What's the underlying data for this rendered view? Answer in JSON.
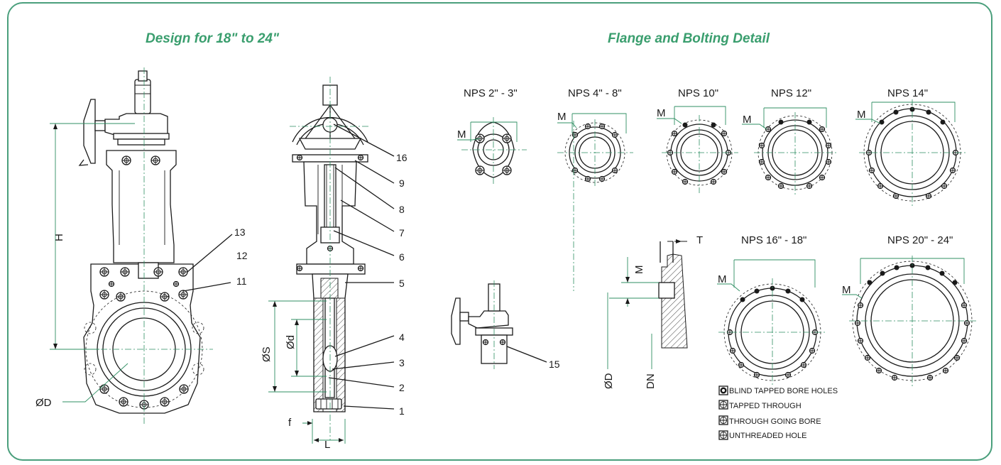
{
  "sections": {
    "left_title": "Design for 18\" to 24\"",
    "right_title": "Flange and Bolting Detail"
  },
  "dimensions": {
    "H": "H",
    "OD": "ØD",
    "OS": "ØS",
    "Od": "Ød",
    "f": "f",
    "L": "L",
    "T": "T",
    "M": "M",
    "DN": "DN"
  },
  "part_numbers": [
    "1",
    "2",
    "3",
    "4",
    "5",
    "6",
    "7",
    "8",
    "9",
    "11",
    "12",
    "13",
    "15",
    "16"
  ],
  "flange_titles": {
    "nps_2_3": "NPS 2\" - 3\"",
    "nps_4_8": "NPS 4\" - 8\"",
    "nps_10": "NPS 10\"",
    "nps_12": "NPS 12\"",
    "nps_14": "NPS 14\"",
    "nps_16_18": "NPS 16\" - 18\"",
    "nps_20_24": "NPS 20\" - 24\""
  },
  "legend": [
    {
      "icon": "blind-tapped-icon",
      "label": "BLIND TAPPED BORE HOLES"
    },
    {
      "icon": "tapped-through-icon",
      "label": "TAPPED THROUGH"
    },
    {
      "icon": "through-bore-icon",
      "label": "THROUGH GOING BORE"
    },
    {
      "icon": "unthreaded-hole-icon",
      "label": "UNTHREADED HOLE"
    }
  ],
  "colors": {
    "frame": "#4a9f7c",
    "title": "#3a9e6e",
    "centerline": "#2f8f63",
    "drawing": "#1a1a1a"
  }
}
